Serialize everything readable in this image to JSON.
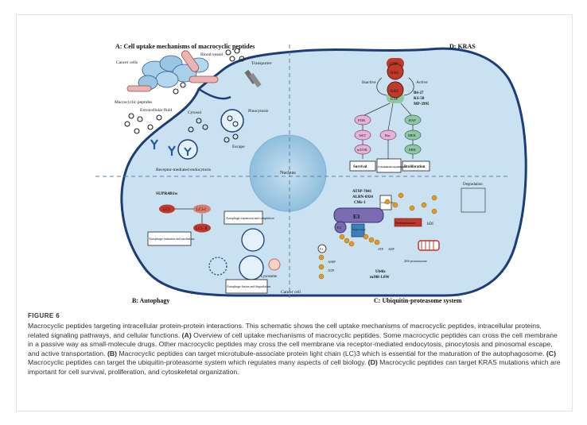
{
  "figure": {
    "panel_a_title": "A: Cell uptake mechanisms of macrocyclic peptides",
    "panel_b_title": "B: Autophagy",
    "panel_c_title": "C: Ubiquitin-proteasome system",
    "panel_d_title": "D: KRAS",
    "a_labels": {
      "cancer_cells": "Cancer cells",
      "blood_vessel": "Blood vessel",
      "transporter": "Transporter",
      "macrocyclic_peptides": "Macrocyclic peptides",
      "extracellular_fluid": "Extracellular fluid",
      "cytosol": "Cytosol",
      "pinocytosis": "Pinocytosis",
      "escape": "Escape",
      "receptor_endocytosis": "Receptor-mediated endocytosis"
    },
    "nucleus": "Nucleus",
    "cancer_cell": "Cancer cell",
    "b_labels": {
      "supr": "SUPR4B1w",
      "lc3": "LC3",
      "lc3_i": "LC3-I",
      "lc3_ii": "LC3- II",
      "expansion": "Autophage expansion and completion",
      "initiation": "Autophage initiation and nucleation",
      "lysosome": "Lysosome",
      "fusion": "Autophage fusion and degradation"
    },
    "c_labels": {
      "inhibitors": [
        "ATSP-7041",
        "ALRN-6924",
        "CMs-1"
      ],
      "target_protein": "Target protein",
      "e3": "E3",
      "e2": "E2",
      "e1": "E1",
      "target_protein_2": "Target protein",
      "deubiquitinase": "Deubiquitinases",
      "hdi": "hDI",
      "degradation": "Degradation",
      "ub": "Ub",
      "amp": "AMP",
      "atp": "ATP",
      "atp2": "ATP",
      "adp": "ADP",
      "proteasome": "26S proteasome",
      "ub4": "Ub4ix",
      "mj": "mJ08-1.8W"
    },
    "d_labels": {
      "gdp": "GDP",
      "ras": "RAS",
      "gtp": "GTP",
      "inactive": "Inactive",
      "active": "Active",
      "drugs": [
        "B6-27",
        "KS-58",
        "MP-3995"
      ],
      "pi3k": "PI3K",
      "akt": "AKT",
      "mtor": "mTOR",
      "rac": "Rac",
      "raf": "RAF",
      "mek": "MEK",
      "erk": "ERK",
      "survival": "Survival",
      "cytoskeletal": "Cytoskeletal organization",
      "proliferation": "Proliferation"
    }
  },
  "figure_label": "FIGURE 6",
  "caption": {
    "main": "Macrocyclic peptides targeting intracellular protein-protein interactions. This schematic shows the cell uptake mechanisms of macrocyclic peptides, intracellular proteins, related signaling pathways, and cellular functions. ",
    "a_tag": "(A)",
    "a_text": " Overview of cell uptake mechanisms of macrocyclic peptides. Some macrocyclic peptides can cross the cell membrane in a passive way as small-molecule drugs. Other macrocyclic peptides may cross the cell membrane via receptor-mediated endocytosis, pinocytosis and pinosomal escape, and active transportation. ",
    "b_tag": "(B)",
    "b_text": " Macrocyclic peptides can target microtubule-associate protein light chain (LC)3 which is essential for the maturation of the autophagosome. ",
    "c_tag": "(C)",
    "c_text": " Macrocyclic peptides can target the ubiquitin-proteasome system which regulates many aspects of cell biology. ",
    "d_tag": "(D)",
    "d_text": " Macrocyclic peptides can target KRAS mutations which are important for cell survival, proliferation, and cytoskeletal organization."
  },
  "colors": {
    "cell_fill": "#c9e1f0",
    "cell_stroke": "#1c3d78",
    "nucleus": "#a9cde6",
    "red_node": "#c0392b",
    "pink_node": "#e6b3d6",
    "green_node": "#8fc7a2",
    "purple": "#7b6bb0",
    "orange_ub": "#e39a1f"
  }
}
